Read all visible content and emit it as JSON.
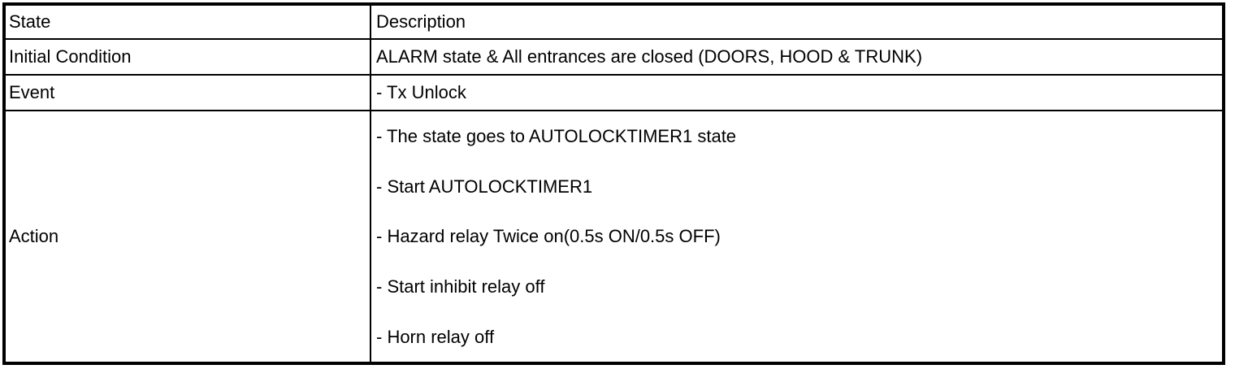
{
  "colors": {
    "border": "#000000",
    "background": "#ffffff",
    "text": "#000000"
  },
  "table": {
    "headers": {
      "state": "State",
      "description": "Description"
    },
    "rows": [
      {
        "label": "Initial Condition",
        "description": "ALARM state & All entrances are closed (DOORS, HOOD & TRUNK)"
      },
      {
        "label": "Event",
        "description": "- Tx Unlock"
      },
      {
        "label": "Action",
        "description_lines": [
          "- The state goes to AUTOLOCKTIMER1 state",
          "- Start AUTOLOCKTIMER1",
          "- Hazard relay Twice on(0.5s ON/0.5s OFF)",
          "- Start inhibit relay off",
          "- Horn relay off"
        ]
      }
    ]
  }
}
